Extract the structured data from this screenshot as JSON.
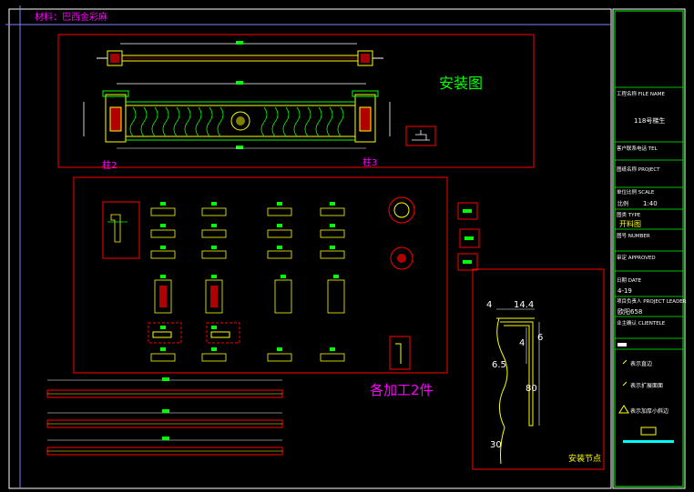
{
  "material_note": "材料：巴西金彩麻",
  "install_view": {
    "title": "安装图",
    "label_left": "柱2",
    "label_right": "柱3"
  },
  "parts_caption": "各加工2件",
  "detail": {
    "title": "安装节点",
    "dims": [
      "4",
      "14.4",
      "4",
      "6",
      "6.5",
      "80",
      "30"
    ]
  },
  "title_block": {
    "project_name_label": "工程名称 FILE NAME",
    "project_name_value": "118号梯生",
    "client_tel_label": "客户联系电话 TEL",
    "drawing_name_label": "图纸名称 PROJECT",
    "scale_label": "单位比例 SCALE",
    "scale_prefix": "比例",
    "scale_value": "1:40",
    "type_label": "图类 TYPE",
    "type_value": "开料图",
    "number_label": "图号 NUMBER",
    "approved_label": "审定 APPROVED",
    "date_label": "日期 DATE",
    "date_value": "4-19",
    "leader_label": "项目负责人 PROJECT LEADER",
    "leader_value": "欧阳658",
    "client_label": "业主确认 CLIENTELE"
  },
  "legend": {
    "items": [
      "表示直边",
      "表示扩展面面",
      "表示加厚小斜边"
    ]
  },
  "colors": {
    "frame": "#ff0000",
    "green": "#00ff00",
    "yellow": "#ffff00",
    "cyan": "#00ffff",
    "magenta": "#ff00ff",
    "border": "#ffffff"
  }
}
